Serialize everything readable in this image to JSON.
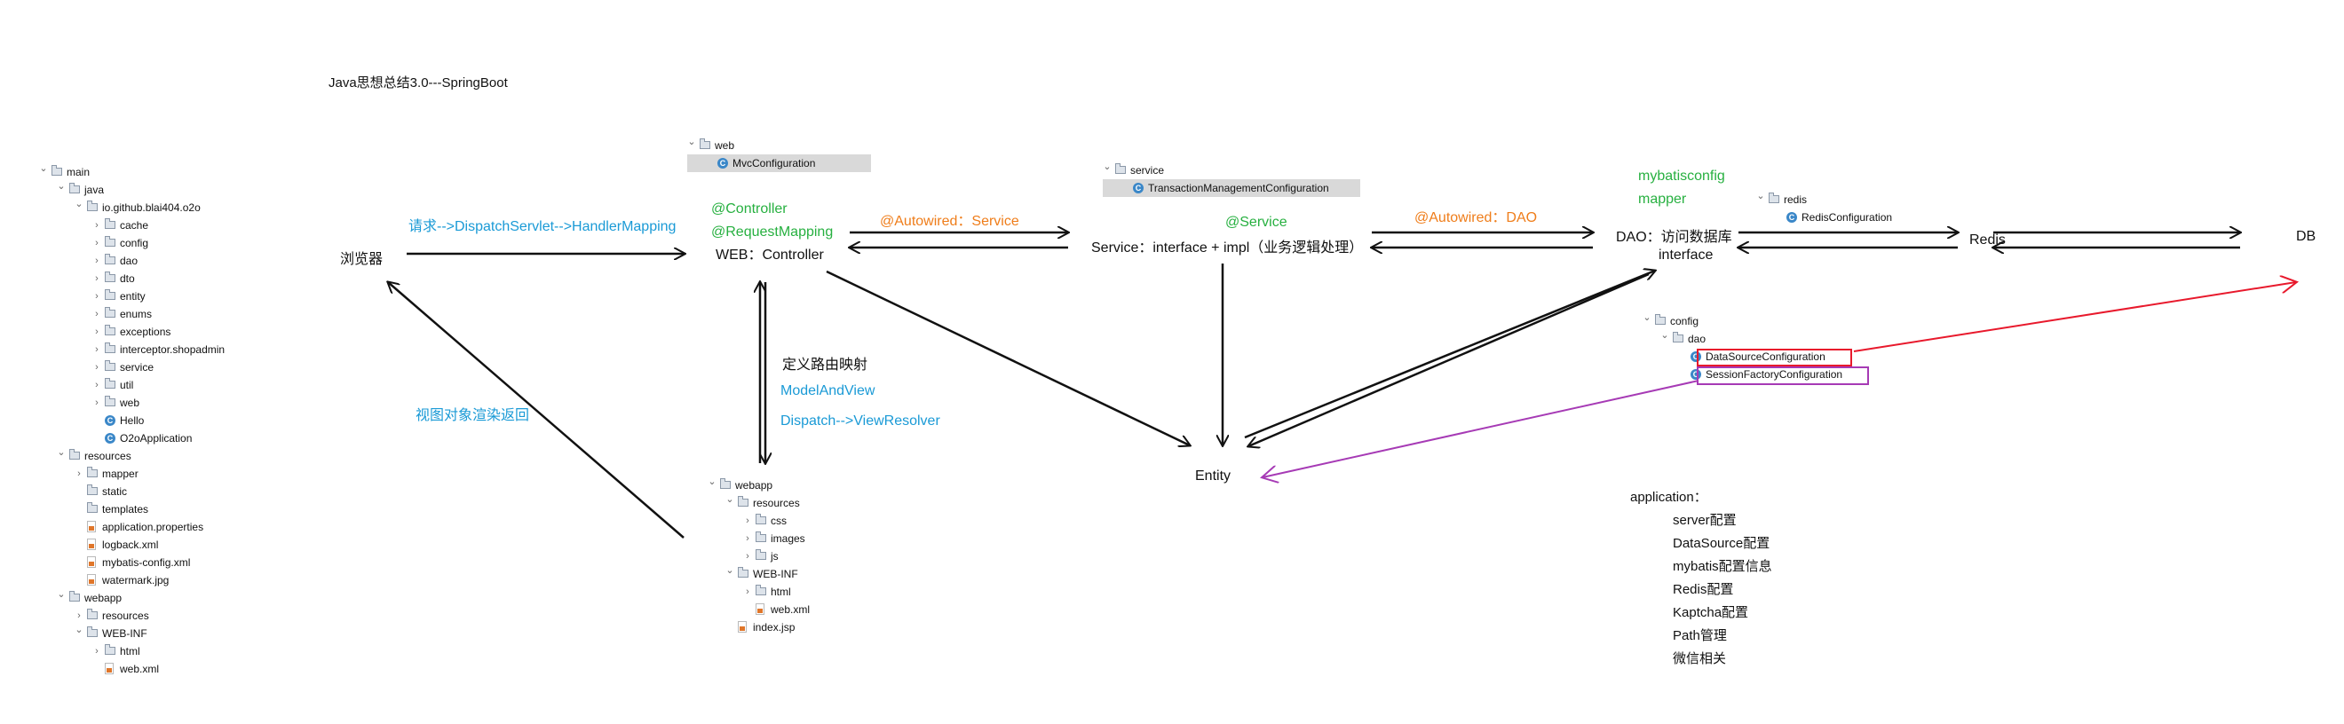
{
  "title": "Java思想总结3.0---SpringBoot",
  "labels": {
    "browser": "浏览器",
    "request_flow": "请求-->DispatchServlet-->HandlerMapping",
    "controller_anno": "@Controller",
    "requestmapping_anno": "@RequestMapping",
    "web_controller": "WEB：Controller",
    "autowired_service": "@Autowired：Service",
    "service_anno": "@Service",
    "service_desc": "Service：interface + impl（业务逻辑处理）",
    "autowired_dao": "@Autowired：DAO",
    "mybatisconfig": "mybatisconfig",
    "mapper": "mapper",
    "dao_desc": "DAO：访问数据库",
    "interface": "interface",
    "redis": "Redis",
    "db": "DB",
    "route_mapping": "定义路由映射",
    "model_and_view": "ModelAndView",
    "view_resolver": "Dispatch-->ViewResolver",
    "view_return": "视图对象渲染返回",
    "entity": "Entity"
  },
  "application": {
    "title": "application：",
    "items": [
      "server配置",
      "DataSource配置",
      "mybatis配置信息",
      "Redis配置",
      "Kaptcha配置",
      "Path管理",
      "微信相关"
    ]
  },
  "project_tree": [
    {
      "text": "main",
      "type": "folder",
      "expanded": true
    },
    {
      "text": "java",
      "type": "folder",
      "expanded": true
    },
    {
      "text": "io.github.blai404.o2o",
      "type": "folder",
      "expanded": true
    },
    {
      "text": "cache",
      "type": "folder",
      "expanded": false
    },
    {
      "text": "config",
      "type": "folder",
      "expanded": false
    },
    {
      "text": "dao",
      "type": "folder",
      "expanded": false
    },
    {
      "text": "dto",
      "type": "folder",
      "expanded": false
    },
    {
      "text": "entity",
      "type": "folder",
      "expanded": false
    },
    {
      "text": "enums",
      "type": "folder",
      "expanded": false
    },
    {
      "text": "exceptions",
      "type": "folder",
      "expanded": false
    },
    {
      "text": "interceptor.shopadmin",
      "type": "folder",
      "expanded": false
    },
    {
      "text": "service",
      "type": "folder",
      "expanded": false
    },
    {
      "text": "util",
      "type": "folder",
      "expanded": false
    },
    {
      "text": "web",
      "type": "folder",
      "expanded": false
    },
    {
      "text": "Hello",
      "type": "class"
    },
    {
      "text": "O2oApplication",
      "type": "class"
    },
    {
      "text": "resources",
      "type": "folder",
      "expanded": true
    },
    {
      "text": "mapper",
      "type": "folder",
      "expanded": false
    },
    {
      "text": "static",
      "type": "folder"
    },
    {
      "text": "templates",
      "type": "folder"
    },
    {
      "text": "application.properties",
      "type": "file"
    },
    {
      "text": "logback.xml",
      "type": "file"
    },
    {
      "text": "mybatis-config.xml",
      "type": "file"
    },
    {
      "text": "watermark.jpg",
      "type": "file"
    },
    {
      "text": "webapp",
      "type": "folder",
      "expanded": true
    },
    {
      "text": "resources",
      "type": "folder",
      "expanded": false
    },
    {
      "text": "WEB-INF",
      "type": "folder",
      "expanded": true
    },
    {
      "text": "html",
      "type": "folder",
      "expanded": false
    },
    {
      "text": "web.xml",
      "type": "file"
    }
  ],
  "web_tree": [
    {
      "text": "web",
      "type": "folder",
      "expanded": true
    },
    {
      "text": "MvcConfiguration",
      "type": "class",
      "selected": true
    }
  ],
  "service_tree": [
    {
      "text": "service",
      "type": "folder",
      "expanded": true
    },
    {
      "text": "TransactionManagementConfiguration",
      "type": "class",
      "selected": true
    }
  ],
  "redis_tree": [
    {
      "text": "redis",
      "type": "folder",
      "expanded": true
    },
    {
      "text": "RedisConfiguration",
      "type": "class"
    }
  ],
  "config_tree": [
    {
      "text": "config",
      "type": "folder",
      "expanded": true
    },
    {
      "text": "dao",
      "type": "folder",
      "expanded": true
    },
    {
      "text": "DataSourceConfiguration",
      "type": "class"
    },
    {
      "text": "SessionFactoryConfiguration",
      "type": "class"
    }
  ],
  "webapp_tree": [
    {
      "text": "webapp",
      "type": "folder",
      "expanded": true
    },
    {
      "text": "resources",
      "type": "folder",
      "expanded": true
    },
    {
      "text": "css",
      "type": "folder",
      "expanded": false
    },
    {
      "text": "images",
      "type": "folder",
      "expanded": false
    },
    {
      "text": "js",
      "type": "folder",
      "expanded": false
    },
    {
      "text": "WEB-INF",
      "type": "folder",
      "expanded": true
    },
    {
      "text": "html",
      "type": "folder",
      "expanded": false
    },
    {
      "text": "web.xml",
      "type": "file"
    },
    {
      "text": "index.jsp",
      "type": "file"
    }
  ],
  "colors": {
    "blue": "#1a9ad6",
    "orange": "#ef7d1a",
    "green": "#27b040",
    "red": "#e8192c",
    "purple": "#a63ab5",
    "black": "#111111"
  }
}
